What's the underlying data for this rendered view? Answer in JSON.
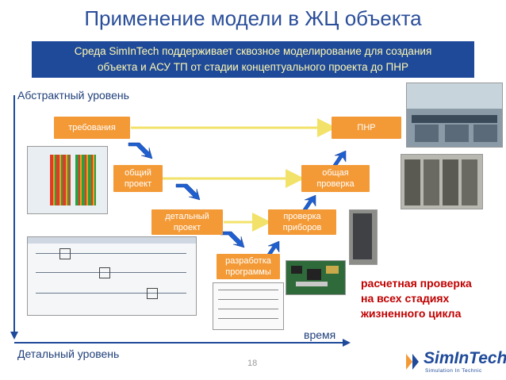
{
  "title": "Применение модели в ЖЦ объекта",
  "banner": {
    "line1": "Среда SimInTech поддерживает сквозное моделирование для создания",
    "line2": "объекта и АСУ ТП от стадии концептуального проекта до ПНР"
  },
  "axis": {
    "top_label": "Абстрактный уровень",
    "bottom_label": "Детальный уровень",
    "time_label": "время"
  },
  "stages": {
    "requirements": "требования",
    "general_project_1": "общий",
    "general_project_2": "проект",
    "detailed_project_1": "детальный",
    "detailed_project_2": "проект",
    "program_dev_1": "разработка",
    "program_dev_2": "программы",
    "device_check_1": "проверка",
    "device_check_2": "приборов",
    "general_check_1": "общая",
    "general_check_2": "проверка",
    "commissioning": "ПНР"
  },
  "caption": {
    "line1": "расчетная проверка",
    "line2": "на всех стадиях",
    "line3": "жизненного цикла"
  },
  "page_number": "18",
  "logo": {
    "name": "SimInTech",
    "tagline": "Simulation In Technic"
  },
  "colors": {
    "title": "#2a4e9a",
    "banner_bg": "#1f4a9a",
    "banner_text": "#fff8b0",
    "stage_box": "#f39a37",
    "diag_arrow": "#1f5fd0",
    "caption": "#c00000"
  }
}
